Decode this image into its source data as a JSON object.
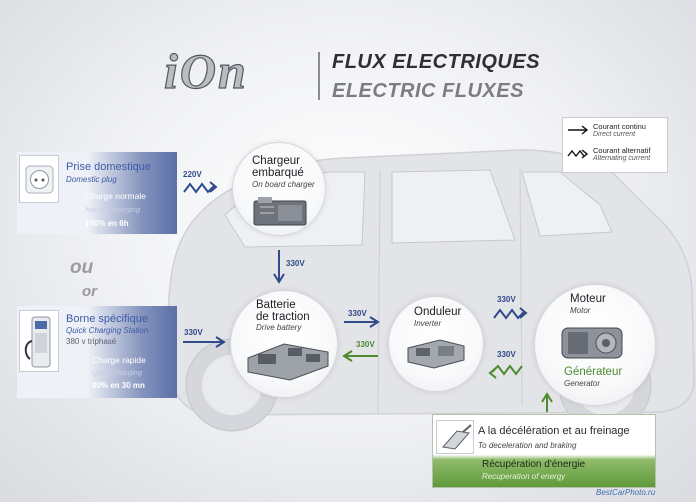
{
  "header": {
    "logo_text": "iOn",
    "title_fr": "FLUX ELECTRIQUES",
    "title_en": "ELECTRIC FLUXES"
  },
  "legend": {
    "dc_fr": "Courant continu",
    "dc_en": "Direct current",
    "ac_fr": "Courant alternatif",
    "ac_en": "Alternating current"
  },
  "domestic": {
    "title": "Prise domestique",
    "subtitle": "Domestic plug",
    "mode": "Charge normale",
    "mode_en": "Normal charging",
    "time": "100% en 6h"
  },
  "or_text": {
    "fr": "ou",
    "en": "or"
  },
  "fast": {
    "title": "Borne spécifique",
    "subtitle": "Quick Charging Station",
    "voltage": "380 v triphasé",
    "mode": "Charge rapide",
    "mode_en": "Quick charging",
    "time": "80% en 30 mn"
  },
  "charger": {
    "title_l1": "Chargeur",
    "title_l2": "embarqué",
    "subtitle": "On board charger"
  },
  "battery": {
    "title_l1": "Batterie",
    "title_l2": "de traction",
    "subtitle": "Drive battery"
  },
  "inverter": {
    "title": "Onduleur",
    "subtitle": "Inverter"
  },
  "motor": {
    "title": "Moteur",
    "subtitle": "Motor",
    "gen_title": "Générateur",
    "gen_subtitle": "Generator"
  },
  "voltages": {
    "v220": "220V",
    "v330_down": "330V",
    "v330_fast": "330V",
    "v330_bat_inv": "330V",
    "v330_inv_bat": "330V",
    "v330_inv_mot": "330V",
    "v330_mot_inv": "330V"
  },
  "recuperation": {
    "title": "A la décélération et au freinage",
    "subtitle": "To deceleration and braking",
    "energy": "Récupération d'énergie",
    "energy_en": "Recuperation of energy"
  },
  "watermark": "BestCarPhoto.ru",
  "colors": {
    "dc_blue": "#2f4b8a",
    "recovery_green": "#4e8a2f",
    "panel_blue": "#5b6ea7"
  }
}
